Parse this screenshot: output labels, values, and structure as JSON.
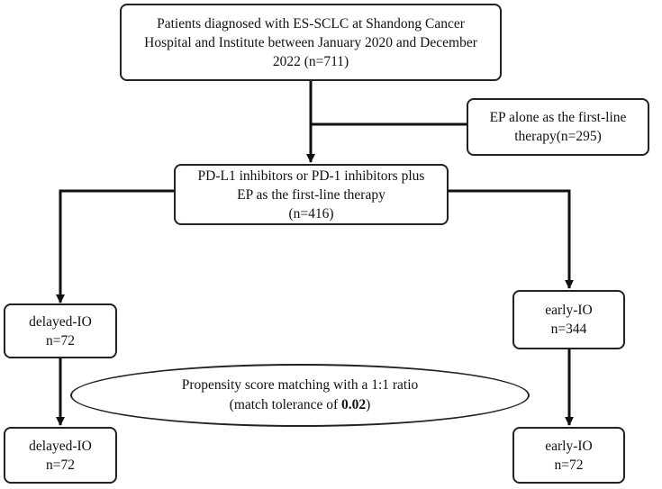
{
  "boxes": {
    "diagnosed": {
      "line1": "Patients diagnosed with ES-SCLC at Shandong Cancer",
      "line2": "Hospital and Institute between  January 2020 and December",
      "line3": "2022 (n=711)"
    },
    "ep_alone": {
      "line1": "EP alone as the first-line",
      "line2": "therapy(n=295)"
    },
    "inhibitors": {
      "line1": "PD-L1 inhibitors or PD-1 inhibitors plus",
      "line2": "EP as the first-line therapy",
      "line3": "(n=416)"
    },
    "delayed_io_top": {
      "label": "delayed-IO",
      "count": "n=72"
    },
    "early_io_top": {
      "label": "early-IO",
      "count": "n=344"
    },
    "delayed_io_bottom": {
      "label": "delayed-IO",
      "count": "n=72"
    },
    "early_io_bottom": {
      "label": "early-IO",
      "count": "n=72"
    }
  },
  "matching": {
    "line1": "Propensity score matching with a 1:1 ratio",
    "line2_prefix": "(match tolerance of ",
    "line2_value": "0.02",
    "line2_suffix": ")"
  },
  "colors": {
    "stroke": "#222222",
    "background": "#ffffff"
  }
}
